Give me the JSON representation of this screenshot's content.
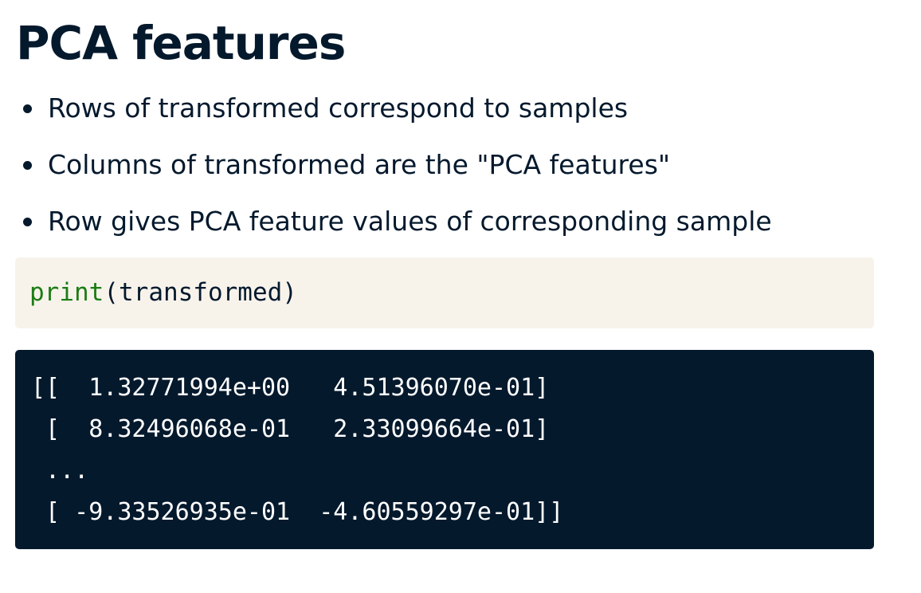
{
  "title": "PCA features",
  "bullets": [
    "Rows of transformed correspond to samples",
    "Columns of transformed are the \"PCA features\"",
    "Row gives PCA feature values of corresponding sample"
  ],
  "code": {
    "function": "print",
    "args": "(transformed)"
  },
  "output": [
    "[[  1.32771994e+00   4.51396070e-01]",
    " [  8.32496068e-01   2.33099664e-01]",
    " ...",
    " [ -9.33526935e-01  -4.60559297e-01]]"
  ],
  "colors": {
    "text": "#05192d",
    "code_background": "#f7f3eb",
    "keyword": "#1c7c15",
    "output_background": "#05192d",
    "output_text": "#ffffff"
  }
}
